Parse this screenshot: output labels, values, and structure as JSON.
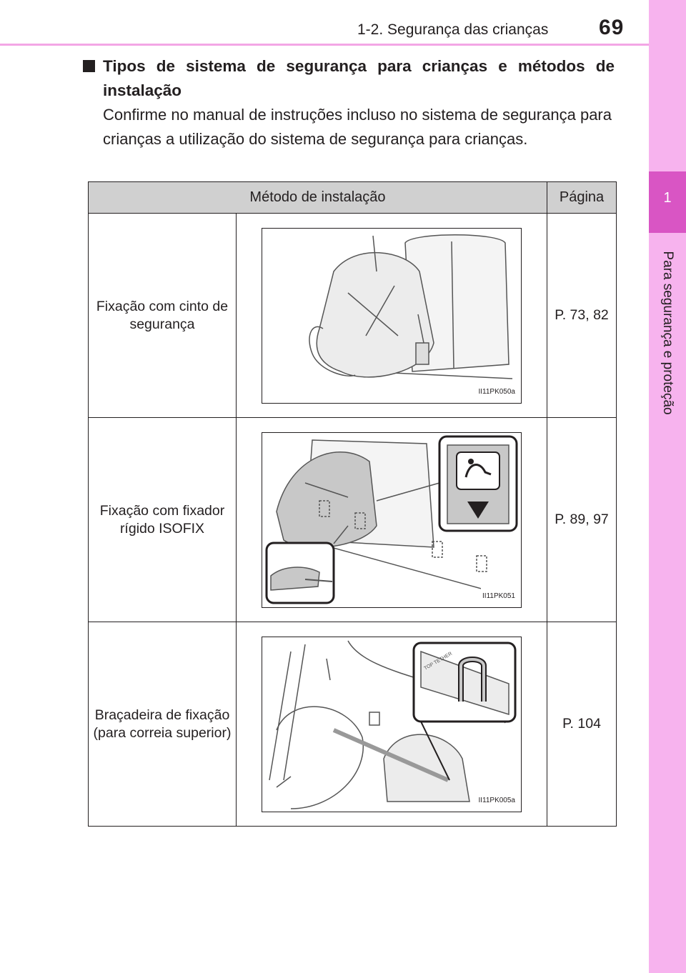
{
  "header": {
    "section_title": "1-2. Segurança das crianças",
    "page_number": "69"
  },
  "side_tab": {
    "chapter_number": "1",
    "chapter_label": "Para segurança e proteção"
  },
  "heading": {
    "text": "Tipos de sistema de segurança para crianças e métodos de instalação"
  },
  "body_text": "Confirme no manual de instruções incluso no sistema de segurança para crianças a utilização do sistema de segurança para crianças.",
  "table": {
    "headers": {
      "method": "Método de instalação",
      "page": "Página"
    },
    "rows": [
      {
        "method": "Fixação com cinto de segurança",
        "illustration_code": "II11PK050a",
        "page": "P. 73, 82"
      },
      {
        "method": "Fixação com fixador rígido ISOFIX",
        "illustration_code": "II11PK051",
        "page": "P. 89, 97"
      },
      {
        "method": "Braçadeira de fixação (para correia superior)",
        "illustration_code": "II11PK005a",
        "page": "P. 104"
      }
    ]
  }
}
